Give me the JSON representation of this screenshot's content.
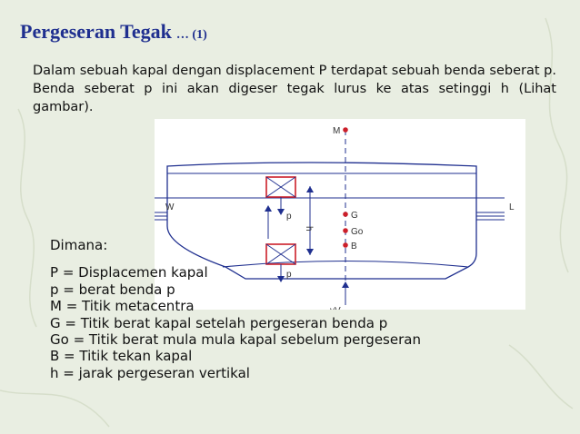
{
  "slide": {
    "title": "Pergeseran Tegak",
    "title_suffix": "… (1)",
    "intro": "Dalam sebuah kapal dengan displacement P terdapat sebuah benda seberat p. Benda seberat p ini akan digeser tegak lurus ke atas setinggi h (Lihat gambar)."
  },
  "diagram": {
    "labels": {
      "M": "M",
      "W": "W",
      "L": "L",
      "p_top": "p",
      "p_bottom": "p",
      "h": "h",
      "G": "G",
      "Go": "Go",
      "B": "B",
      "gammaV": "γV"
    }
  },
  "legend": {
    "heading": "Dimana:",
    "items": [
      "P = Displacemen kapal",
      "p = berat benda p",
      "M = Titik metacentra",
      "G = Titik berat kapal setelah pergeseran benda p",
      "Go = Titik berat mula mula kapal sebelum pergeseran",
      "B = Titik tekan kapal",
      "h = jarak pergeseran vertikal"
    ]
  },
  "colors": {
    "title": "#1f2f8f",
    "ship_line": "#1f2f8f",
    "box": "#cc1f2a",
    "point": "#cc1f2a",
    "background": "#e9eee2"
  }
}
